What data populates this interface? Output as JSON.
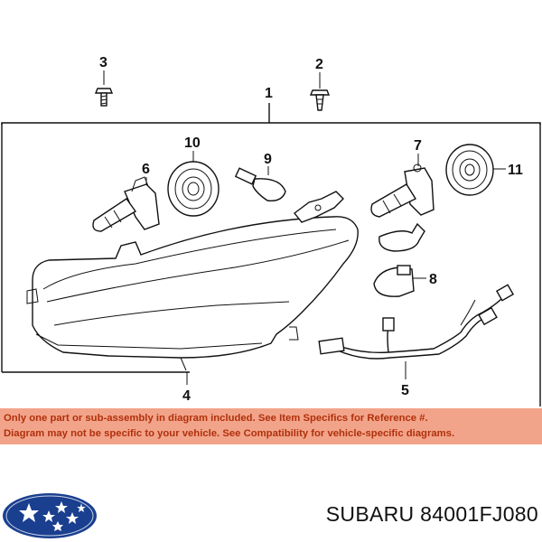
{
  "diagram": {
    "callouts": {
      "c1": "1",
      "c2": "2",
      "c3": "3",
      "c4": "4",
      "c5": "5",
      "c6": "6",
      "c7": "7",
      "c8": "8",
      "c9": "9",
      "c10": "10",
      "c11": "11"
    }
  },
  "notice": {
    "line1": "Only one part or sub-assembly in diagram included. See Item Specifics for Reference #.",
    "line2": "Diagram may not be specific to your vehicle. See Compatibility for vehicle-specific diagrams."
  },
  "brand": {
    "logo_icon": "subaru-logo-icon",
    "part_text": "SUBARU 84001FJ080"
  },
  "colors": {
    "banner_bg": "#f2a48a",
    "banner_text": "#b0300c",
    "logo_blue": "#1a3f8f"
  }
}
